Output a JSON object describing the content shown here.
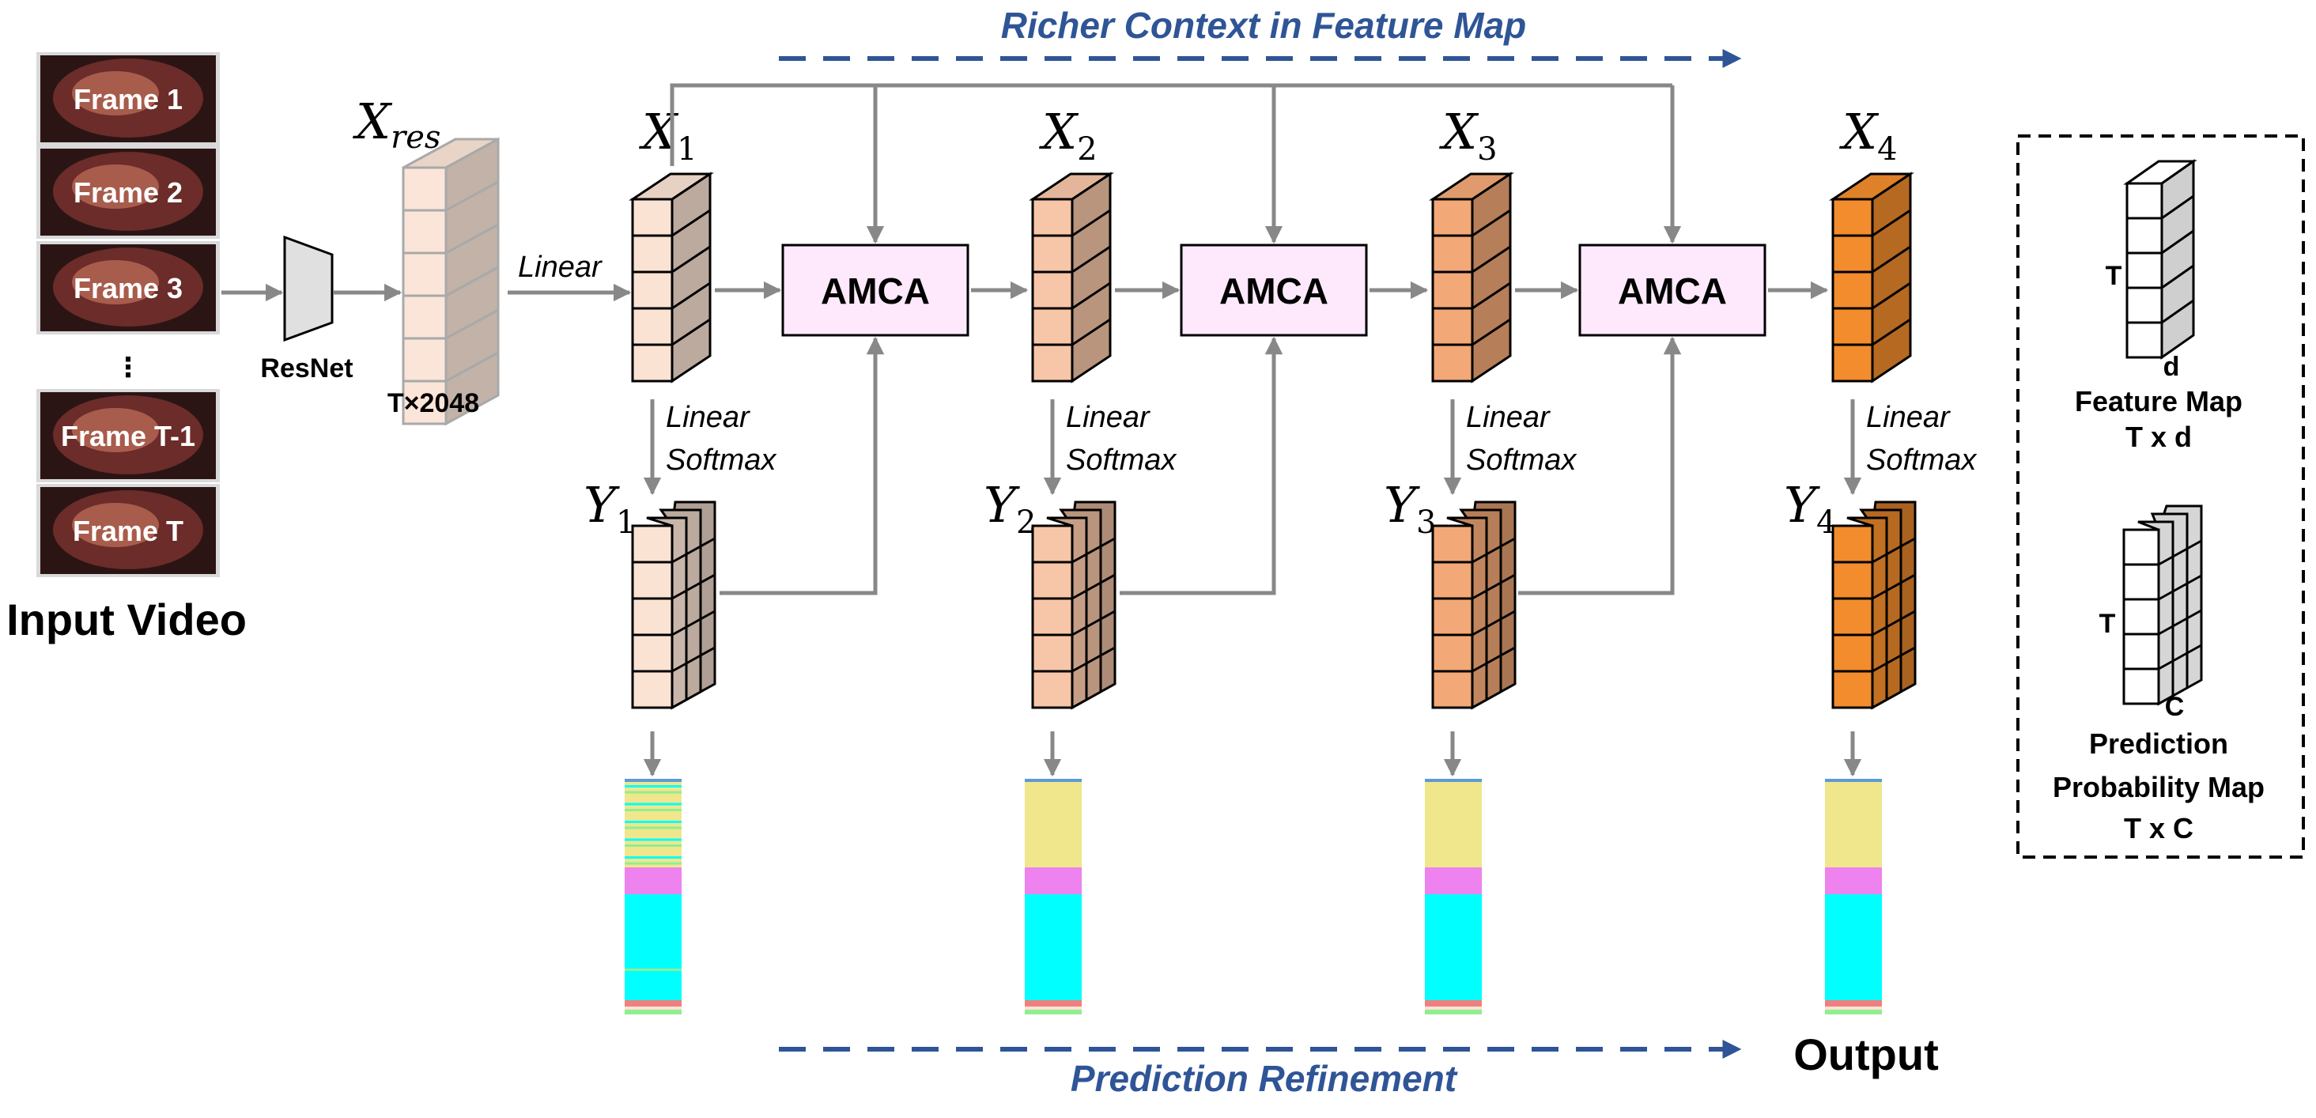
{
  "top_banner": "Richer Context in Feature Map",
  "bottom_banner": "Prediction Refinement",
  "input": {
    "frames": [
      "Frame 1",
      "Frame 2",
      "Frame 3",
      "Frame T-1",
      "Frame T"
    ],
    "ellipsis": "⋮",
    "caption": "Input Video"
  },
  "backbone": {
    "label": "ResNet"
  },
  "xres": {
    "symbol": "X",
    "sub": "res",
    "dims": "T×2048"
  },
  "linear_label": "Linear",
  "head_labels": [
    "Linear",
    "Softmax"
  ],
  "stages": [
    {
      "x_symbol": "X",
      "x_sub": "1",
      "y_symbol": "Y",
      "y_sub": "1",
      "color": "#fbe3d4"
    },
    {
      "x_symbol": "X",
      "x_sub": "2",
      "y_symbol": "Y",
      "y_sub": "2",
      "color": "#f7c6a8"
    },
    {
      "x_symbol": "X",
      "x_sub": "3",
      "y_symbol": "Y",
      "y_sub": "3",
      "color": "#f2a877"
    },
    {
      "x_symbol": "X",
      "x_sub": "4",
      "y_symbol": "Y",
      "y_sub": "4",
      "color": "#f28c2c"
    }
  ],
  "amca_label": "AMCA",
  "output_label": "Output",
  "legend": {
    "feature": {
      "t": "T",
      "d": "d",
      "title": "Feature Map",
      "dims": "T x d"
    },
    "prediction": {
      "t": "T",
      "c": "C",
      "title_line1": "Prediction",
      "title_line2": "Probability Map",
      "dims": "T x C"
    }
  },
  "colors": {
    "arrow": "#888888",
    "banner": "#2f5597",
    "amca_fill": "#fde9fb",
    "segment_yellow": "#f0e68c",
    "segment_magenta": "#ee82ee",
    "segment_cyan": "#00ffff"
  }
}
